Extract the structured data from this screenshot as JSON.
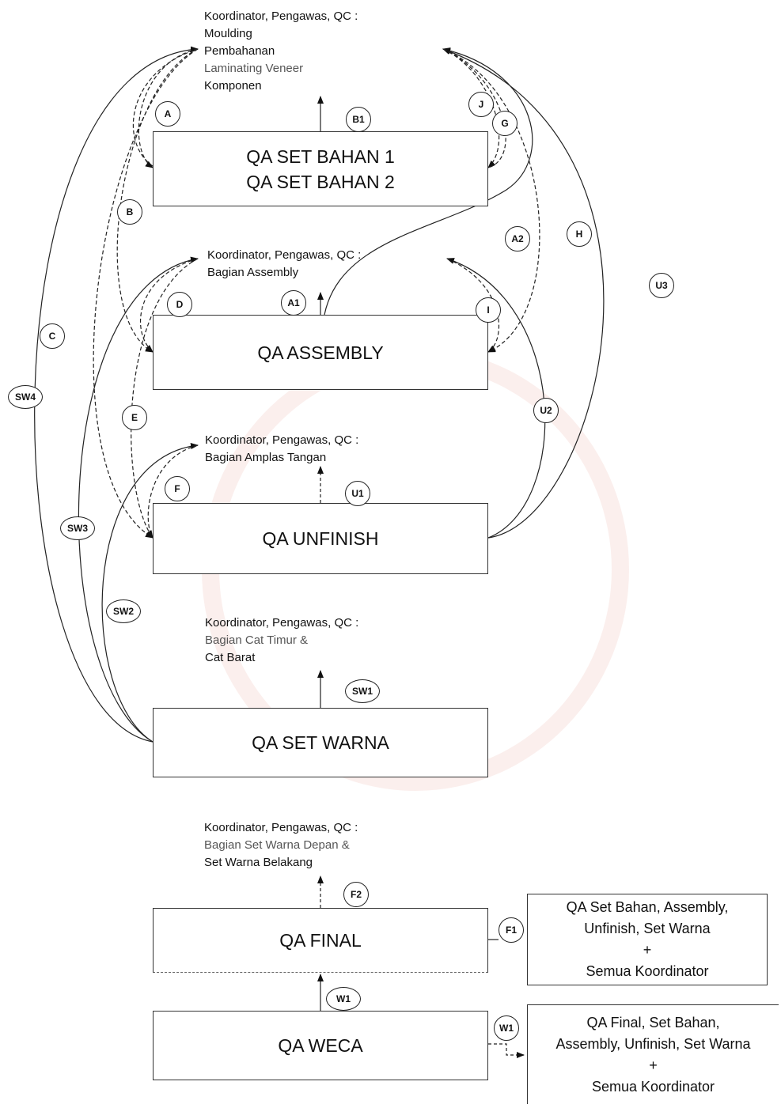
{
  "boxes": {
    "set_bahan": [
      "QA SET BAHAN 1",
      "QA SET BAHAN 2"
    ],
    "assembly": "QA ASSEMBLY",
    "unfinish": "QA UNFINISH",
    "set_warna": "QA SET WARNA",
    "final": "QA FINAL",
    "weca": "QA WECA"
  },
  "labels": {
    "top": [
      "Koordinator, Pengawas, QC  :",
      "Moulding",
      "Pembahanan",
      "Laminating Veneer",
      "Komponen"
    ],
    "assembly": [
      "Koordinator, Pengawas, QC  :",
      "Bagian Assembly"
    ],
    "unfinish": [
      "Koordinator, Pengawas, QC  :",
      "Bagian Amplas Tangan"
    ],
    "set_warna": [
      "Koordinator, Pengawas, QC  :",
      "Bagian Cat Timur &",
      "Cat Barat"
    ],
    "final": [
      "Koordinator, Pengawas, QC  :",
      "Bagian Set Warna Depan &",
      "Set Warna Belakang"
    ]
  },
  "side_boxes": {
    "final": [
      "QA Set Bahan, Assembly,",
      "Unfinish, Set Warna",
      "+",
      "Semua Koordinator"
    ],
    "weca": [
      "QA Final, Set Bahan,",
      "Assembly, Unfinish, Set Warna",
      "+",
      "Semua Koordinator"
    ]
  },
  "badges": {
    "A": "A",
    "B1": "B1",
    "J": "J",
    "G": "G",
    "B": "B",
    "A2": "A2",
    "H": "H",
    "U3": "U3",
    "D": "D",
    "A1": "A1",
    "I": "I",
    "C": "C",
    "SW4": "SW4",
    "E": "E",
    "U2": "U2",
    "F": "F",
    "U1": "U1",
    "SW3": "SW3",
    "SW2": "SW2",
    "SW1": "SW1",
    "F2": "F2",
    "F1": "F1",
    "W1_up": "W1",
    "W1_side": "W1"
  }
}
